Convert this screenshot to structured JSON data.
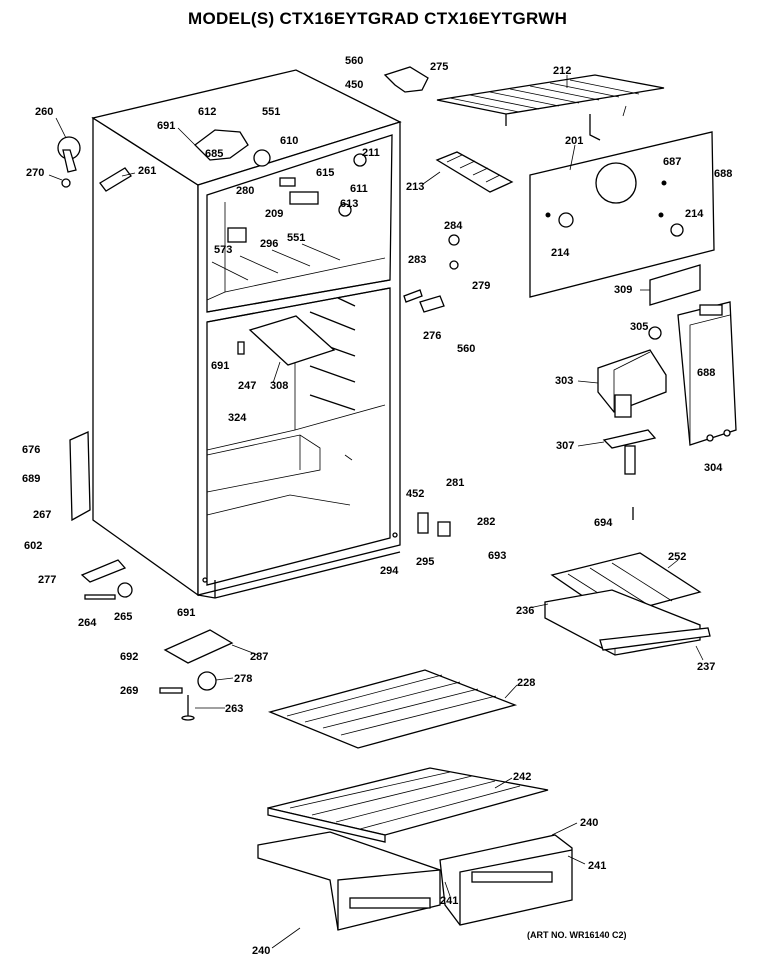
{
  "title": "MODEL(S) CTX16EYTGRAD  CTX16EYTGRWH",
  "art_number": "(ART NO. WR16140 C2)",
  "part_labels": [
    "260",
    "270",
    "691",
    "612",
    "551",
    "610",
    "261",
    "685",
    "211",
    "615",
    "280",
    "209",
    "611",
    "613",
    "573",
    "296",
    "551",
    "560",
    "450",
    "275",
    "212",
    "201",
    "687",
    "688",
    "213",
    "214",
    "214",
    "284",
    "283",
    "279",
    "276",
    "560",
    "309",
    "305",
    "691",
    "247",
    "308",
    "324",
    "303",
    "688",
    "307",
    "304",
    "676",
    "689",
    "267",
    "452",
    "281",
    "282",
    "602",
    "277",
    "294",
    "295",
    "693",
    "694",
    "691",
    "264",
    "265",
    "252",
    "236",
    "237",
    "692",
    "287",
    "269",
    "278",
    "263",
    "228",
    "242",
    "240",
    "241",
    "241",
    "240"
  ]
}
